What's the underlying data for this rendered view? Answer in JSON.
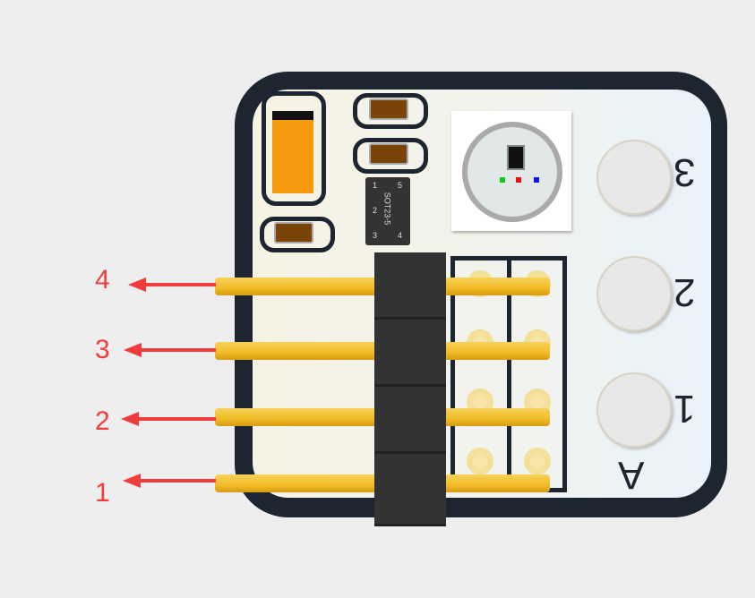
{
  "pin_labels": [
    "4",
    "3",
    "2",
    "1"
  ],
  "silkscreen": {
    "pad3": "3",
    "pad2": "2",
    "pad1": "1",
    "port": "A"
  },
  "ic": {
    "package": "SOT23-5",
    "pins": [
      "1",
      "2",
      "3",
      "4",
      "5"
    ]
  },
  "colors": {
    "arrow": "#f23b3b",
    "pin": "#f2bb26",
    "board": "#1c2530"
  }
}
